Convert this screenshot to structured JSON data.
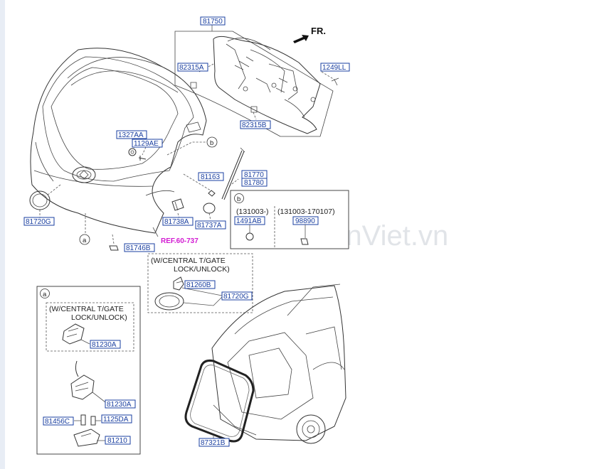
{
  "arrow_label": "FR.",
  "ref_label": "REF.60-737",
  "watermark": "SedanViet.vn",
  "callouts": {
    "a": "a",
    "b": "b"
  },
  "parts": {
    "p81750": "81750",
    "p82315A": "82315A",
    "p1249LL": "1249LL",
    "p82315B": "82315B",
    "p1327AA": "1327AA",
    "p1129AE": "1129AE",
    "p81163": "81163",
    "p81770": "81770",
    "p81780": "81780",
    "p81720G_main": "81720G",
    "p81738A": "81738A",
    "p81737A": "81737A",
    "p81746B": "81746B",
    "p1491AB": "1491AB",
    "p98890": "98890",
    "p81260B": "81260B",
    "p81720G_inset": "81720G",
    "p81230A_top": "81230A",
    "p81230A_mid": "81230A",
    "p81456C": "81456C",
    "p1125DA": "1125DA",
    "p81210": "81210",
    "p87321B": "87321B"
  },
  "notes": {
    "central_lock_1a": "(W/CENTRAL T/GATE",
    "central_lock_1b": "LOCK/UNLOCK)",
    "central_lock_2a": "(W/CENTRAL T/GATE",
    "central_lock_2b": "LOCK/UNLOCK)",
    "date_range_1": "(131003-)",
    "date_range_2": "(131003-170107)"
  }
}
